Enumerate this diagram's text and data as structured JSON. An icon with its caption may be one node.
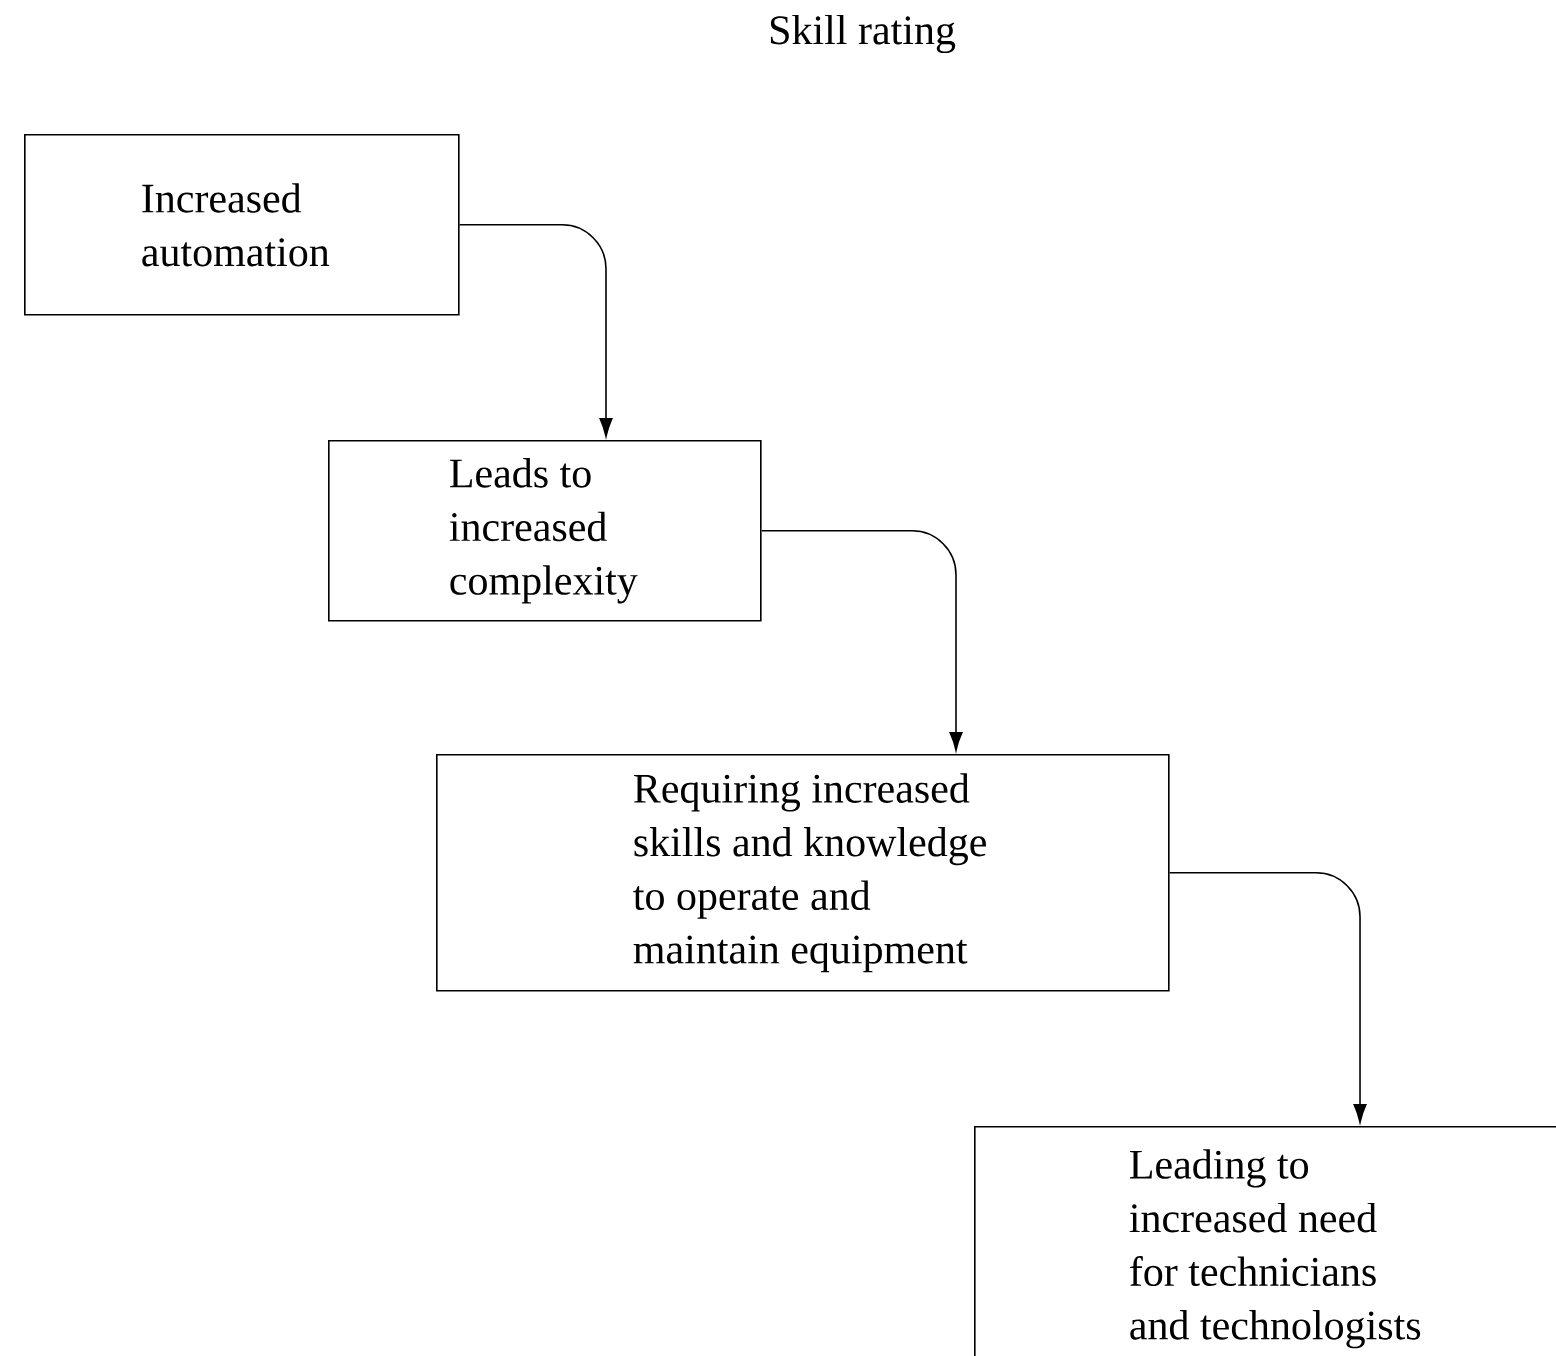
{
  "diagram": {
    "title": "Skill rating",
    "nodes": [
      {
        "text": [
          "Increased automation"
        ]
      },
      {
        "text": [
          "Leads to increased complexity"
        ]
      },
      {
        "text": [
          "Requiring increased skills and knowledge to operate and maintain equipment"
        ]
      },
      {
        "text": [
          "Leading to increased need for technicians and technologists"
        ]
      }
    ],
    "edges": [
      {
        "from": 0,
        "to": 1,
        "arrow": "to"
      },
      {
        "from": 1,
        "to": 2,
        "arrow": "to"
      },
      {
        "from": 2,
        "to": 3,
        "arrow": "to"
      }
    ]
  }
}
